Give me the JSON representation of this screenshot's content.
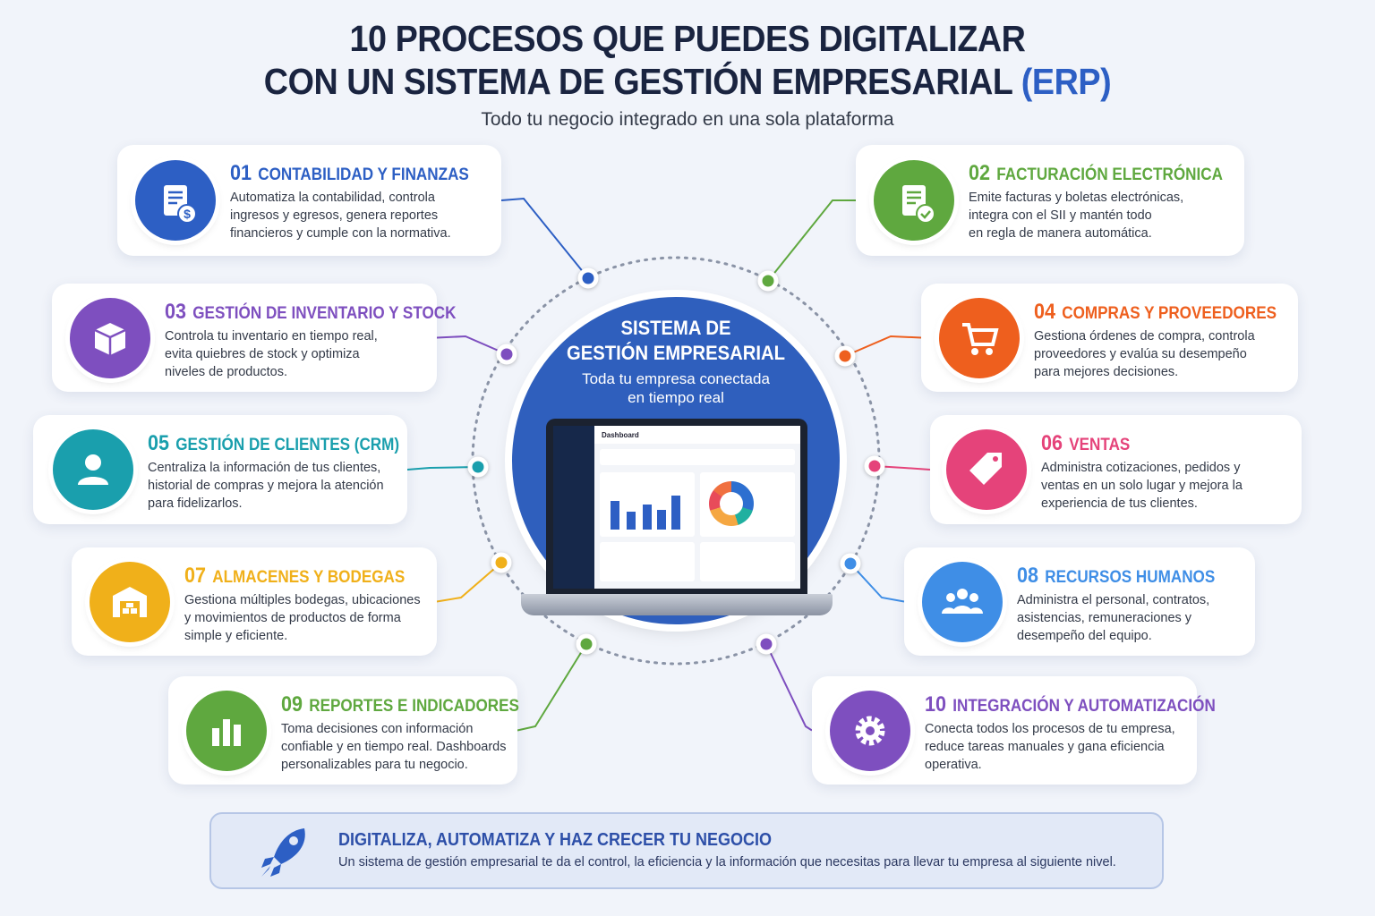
{
  "header": {
    "title_line1": "10 PROCESOS QUE PUEDES DIGITALIZAR",
    "title_line2": "CON UN SISTEMA DE GESTIÓN EMPRESARIAL",
    "title_accent": "(ERP)",
    "subtitle": "Todo tu negocio integrado en una sola plataforma"
  },
  "center": {
    "title_line1": "SISTEMA DE",
    "title_line2": "GESTIÓN EMPRESARIAL",
    "subtitle_line1": "Toda tu empresa conectada",
    "subtitle_line2": "en tiempo real",
    "dashboard_label": "Dashboard"
  },
  "processes": [
    {
      "num": "01",
      "title": "CONTABILIDAD Y FINANZAS",
      "text": "Automatiza la contabilidad, controla\ningresos y egresos, genera reportes\nfinancieros y cumple con la normativa.",
      "color": "#2d5fc4",
      "icon": "invoice-dollar-icon"
    },
    {
      "num": "02",
      "title": "FACTURACIÓN ELECTRÓNICA",
      "text": "Emite facturas y boletas electrónicas,\nintegra con el SII y mantén todo\nen regla de manera automática.",
      "color": "#5fa83f",
      "icon": "document-check-icon"
    },
    {
      "num": "03",
      "title": "GESTIÓN DE INVENTARIO Y STOCK",
      "text": "Controla tu inventario en tiempo real,\nevita quiebres de stock y optimiza\nniveles de productos.",
      "color": "#7e4fbf",
      "icon": "box-icon"
    },
    {
      "num": "04",
      "title": "COMPRAS Y PROVEEDORES",
      "text": "Gestiona órdenes de compra, controla\nproveedores y evalúa su desempeño\npara mejores decisiones.",
      "color": "#ee5f1e",
      "icon": "shopping-cart-icon"
    },
    {
      "num": "05",
      "title": "GESTIÓN DE CLIENTES (CRM)",
      "text": "Centraliza la información de tus clientes,\nhistorial de compras y mejora la atención\npara fidelizarlos.",
      "color": "#1a9fad",
      "icon": "user-icon"
    },
    {
      "num": "06",
      "title": "VENTAS",
      "text": "Administra cotizaciones, pedidos y\nventas en un solo lugar y mejora la\nexperiencia de tus clientes.",
      "color": "#e5437a",
      "icon": "price-tag-icon"
    },
    {
      "num": "07",
      "title": "ALMACENES Y BODEGAS",
      "text": "Gestiona múltiples bodegas, ubicaciones\ny movimientos de productos de forma\nsimple y eficiente.",
      "color": "#f0b01a",
      "icon": "warehouse-icon"
    },
    {
      "num": "08",
      "title": "RECURSOS HUMANOS",
      "text": "Administra el personal, contratos,\nasistencias, remuneraciones y\ndesempeño del equipo.",
      "color": "#3f8ee6",
      "icon": "team-icon"
    },
    {
      "num": "09",
      "title": "REPORTES E INDICADORES",
      "text": "Toma decisiones con información\nconfiable y en tiempo real. Dashboards\npersonalizables para tu negocio.",
      "color": "#5fa83f",
      "icon": "bar-chart-icon"
    },
    {
      "num": "10",
      "title": "INTEGRACIÓN Y AUTOMATIZACIÓN",
      "text": "Conecta todos los procesos de tu empresa,\nreduce tareas manuales y gana eficiencia\noperativa.",
      "color": "#7e4fbf",
      "icon": "gear-icon"
    }
  ],
  "banner": {
    "title": "DIGITALIZA, AUTOMATIZA Y HAZ CRECER TU NEGOCIO",
    "text": "Un sistema de gestión empresarial te da el control, la eficiencia y la información que necesitas para llevar tu empresa al siguiente nivel.",
    "icon": "rocket-icon"
  }
}
